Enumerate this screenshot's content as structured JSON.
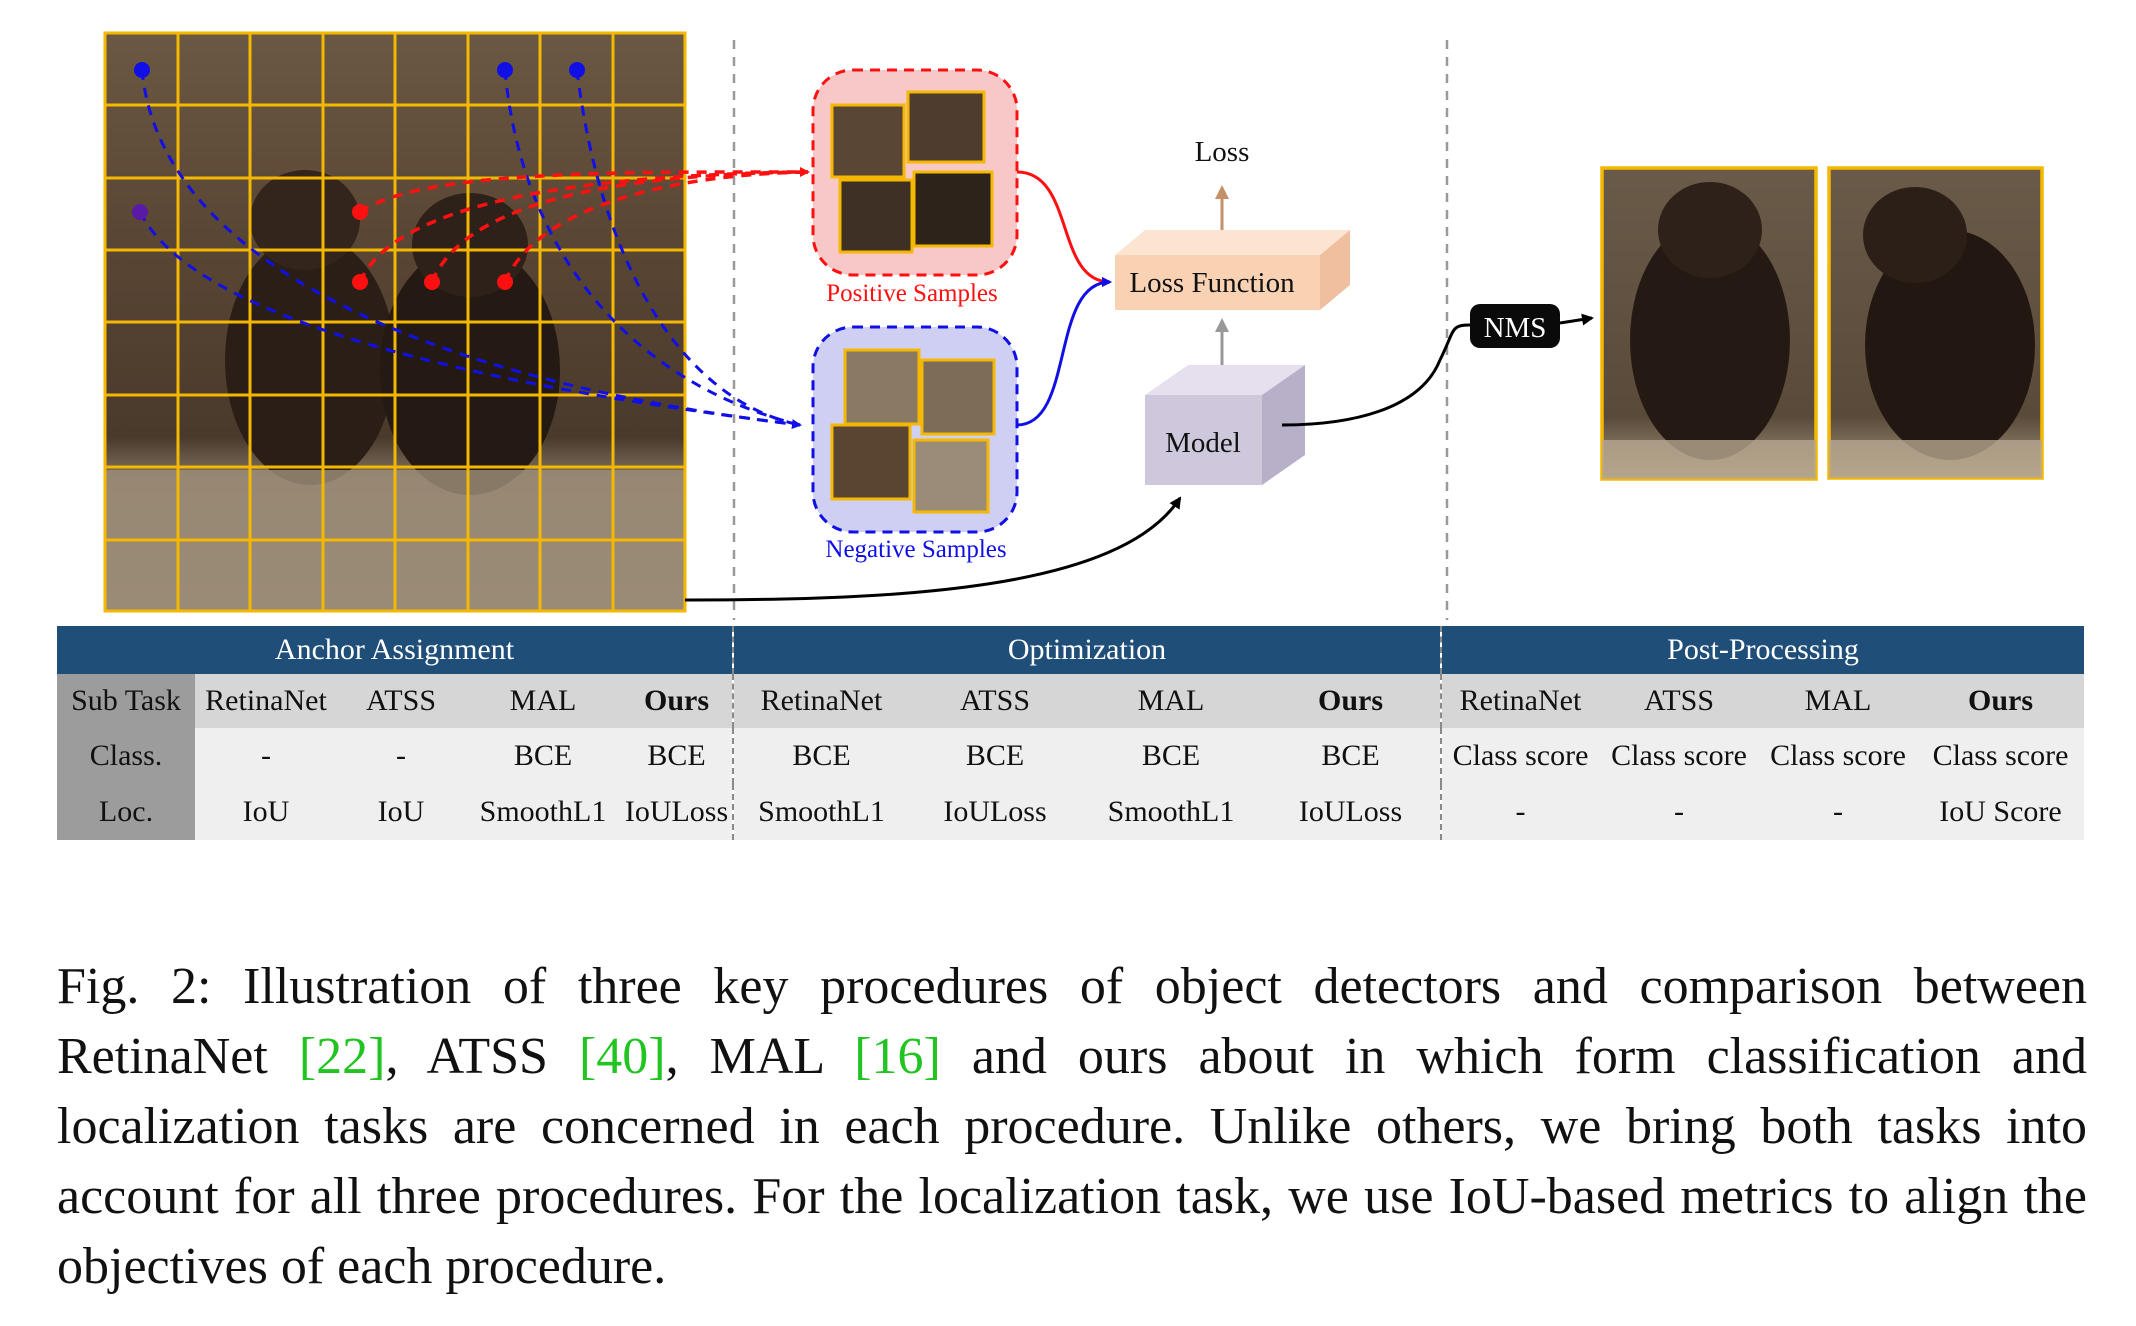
{
  "diagram": {
    "positive_label": "Positive Samples",
    "negative_label": "Negative Samples",
    "loss_label": "Loss",
    "loss_function_label": "Loss Function",
    "model_label": "Model",
    "nms_label": "NMS",
    "colors": {
      "grid": "#f5b800",
      "positive": "#ff1010",
      "negative": "#1010e6",
      "positive_box_fill": "#f8c8c8",
      "negative_box_fill": "#cfcff3",
      "loss_box": "#f9d2b4",
      "model_box": "#cfc8dc",
      "table_header": "#1f4e79"
    }
  },
  "table": {
    "sections": [
      "Anchor Assignment",
      "Optimization",
      "Post-Processing"
    ],
    "subtask_header": "Sub Task",
    "methods": [
      "RetinaNet",
      "ATSS",
      "MAL",
      "Ours",
      "RetinaNet",
      "ATSS",
      "MAL",
      "Ours",
      "RetinaNet",
      "ATSS",
      "MAL",
      "Ours"
    ],
    "rows": [
      {
        "label": "Class.",
        "cells": [
          "-",
          "-",
          "BCE",
          "BCE",
          "BCE",
          "BCE",
          "BCE",
          "BCE",
          "Class score",
          "Class score",
          "Class score",
          "Class score"
        ]
      },
      {
        "label": "Loc.",
        "cells": [
          "IoU",
          "IoU",
          "SmoothL1",
          "IoULoss",
          "SmoothL1",
          "IoULoss",
          "SmoothL1",
          "IoULoss",
          "-",
          "-",
          "-",
          "IoU Score"
        ]
      }
    ]
  },
  "caption": {
    "prefix": "Fig. 2: Illustration of three key procedures of object detectors and comparison between RetinaNet ",
    "ref1": "[22]",
    "mid1": ", ATSS ",
    "ref2": "[40]",
    "mid2": ", MAL ",
    "ref3": "[16]",
    "suffix": " and ours about in which form classification and localization tasks are concerned in each procedure. Unlike others, we bring both tasks into account for all three procedures. For the localization task, we use IoU-based metrics to align the objectives of each procedure."
  }
}
